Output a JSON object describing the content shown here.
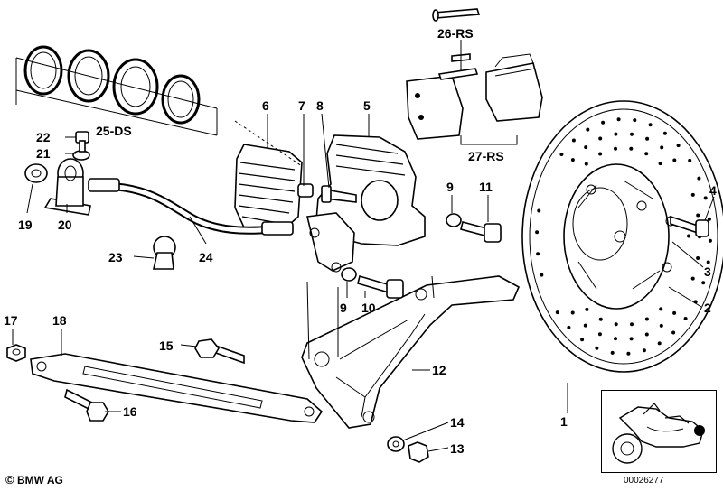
{
  "diagram": {
    "labels": {
      "p1": "1",
      "p2": "2",
      "p3": "3",
      "p4": "4",
      "p5": "5",
      "p6": "6",
      "p7": "7",
      "p8": "8",
      "p9a": "9",
      "p9b": "9",
      "p10": "10",
      "p11": "11",
      "p12": "12",
      "p13": "13",
      "p14": "14",
      "p15": "15",
      "p16": "16",
      "p17": "17",
      "p18": "18",
      "p19": "19",
      "p20": "20",
      "p21": "21",
      "p22": "22",
      "p23": "23",
      "p24": "24",
      "ds": "25-DS",
      "rs26": "26-RS",
      "rs27": "27-RS"
    }
  },
  "footer": {
    "copyright_symbol": "©",
    "copyright": "BMW AG",
    "image_number": "00026277"
  },
  "inset": {
    "marker": "rear-wheel-position"
  }
}
